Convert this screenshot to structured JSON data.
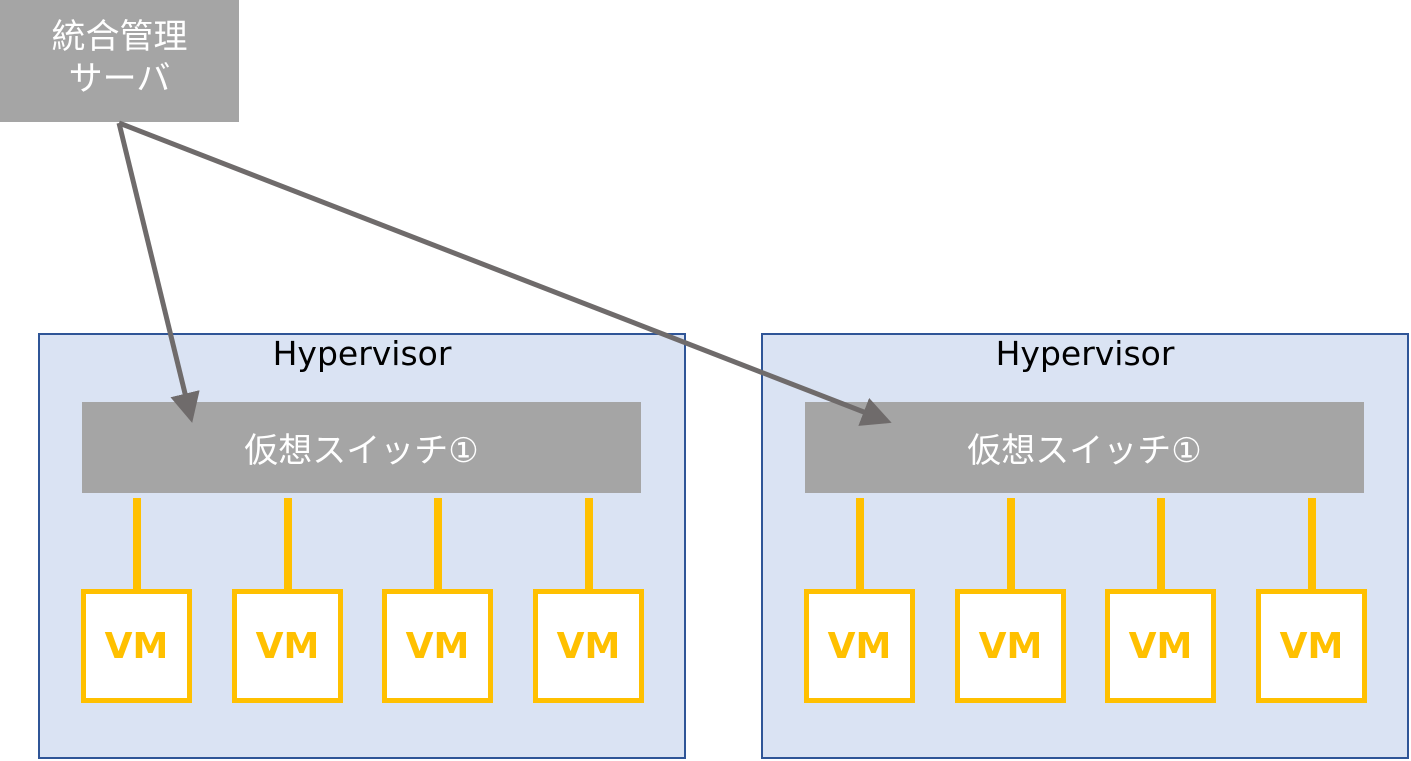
{
  "management_server": {
    "line1": "統合管理",
    "line2": "サーバ"
  },
  "hypervisors": [
    {
      "title": "Hypervisor",
      "switch_label": "仮想スイッチ①",
      "vms": [
        "VM",
        "VM",
        "VM",
        "VM"
      ]
    },
    {
      "title": "Hypervisor",
      "switch_label": "仮想スイッチ①",
      "vms": [
        "VM",
        "VM",
        "VM",
        "VM"
      ]
    }
  ],
  "colors": {
    "server_fill": "#a5a5a5",
    "hypervisor_fill": "#dae3f3",
    "hypervisor_border": "#2f5597",
    "vm_accent": "#ffc000",
    "arrow": "#6f6b6b"
  }
}
